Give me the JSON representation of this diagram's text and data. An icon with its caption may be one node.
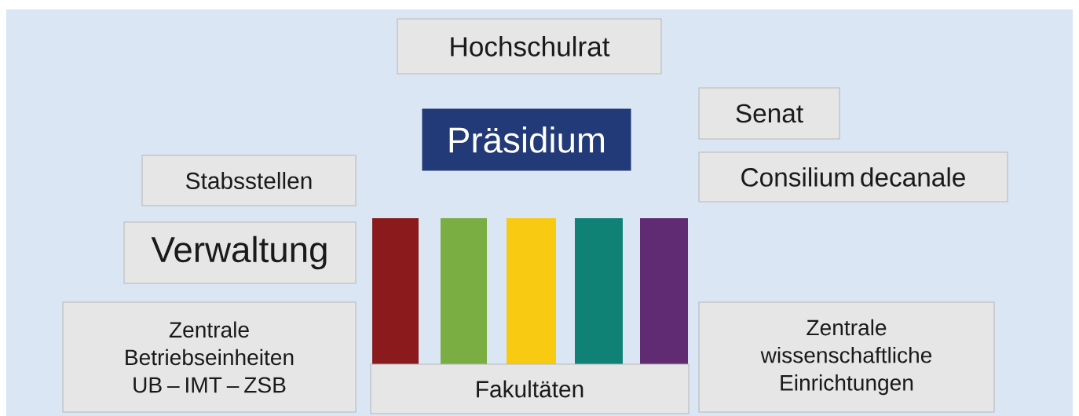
{
  "diagram": {
    "nodes": [
      {
        "text": [
          "Hochschulrat"
        ]
      },
      {
        "text": [
          "Präsidium"
        ]
      },
      {
        "text": [
          "Senat"
        ]
      },
      {
        "text": [
          "Consilium decanale"
        ]
      },
      {
        "text": [
          "Stabsstellen"
        ]
      },
      {
        "text": [
          "Verwaltung"
        ]
      },
      {
        "text": [],
        "shape": "bar"
      },
      {
        "text": [],
        "shape": "bar"
      },
      {
        "text": [],
        "shape": "bar"
      },
      {
        "text": [],
        "shape": "bar"
      },
      {
        "text": [],
        "shape": "bar"
      },
      {
        "text": [
          "Zentrale Betriebseinheiten UB – IMT – ZSB"
        ]
      },
      {
        "text": [
          "Fakultäten"
        ]
      },
      {
        "text": [
          "Zentrale wissenschaftliche Einrichtungen"
        ]
      }
    ]
  }
}
